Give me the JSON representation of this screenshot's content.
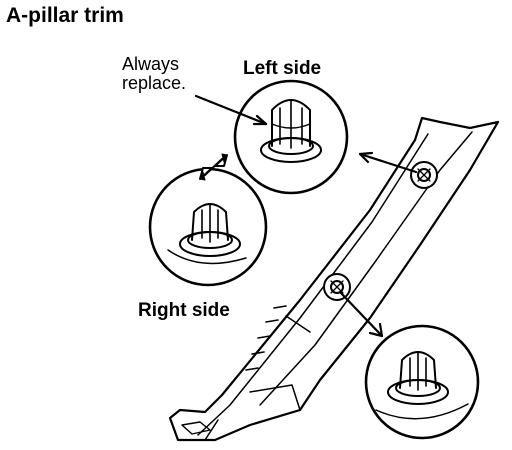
{
  "title": "A-pillar trim",
  "labels": {
    "left_side": "Left side",
    "right_side": "Right side",
    "note_line1": "Always",
    "note_line2": "replace."
  },
  "icons": [
    "double-arrow-icon",
    "clip-icon"
  ],
  "colors": {
    "ink": "#000000",
    "paper": "#ffffff"
  }
}
